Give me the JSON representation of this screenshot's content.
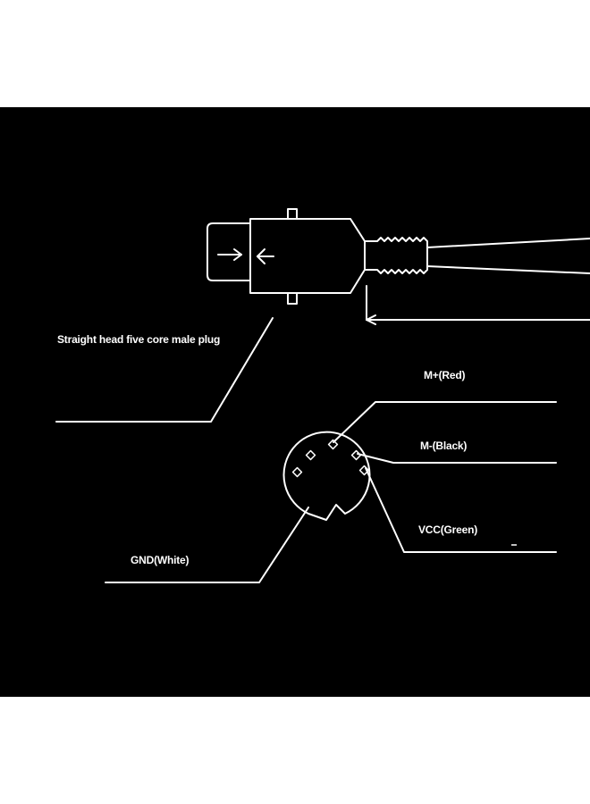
{
  "colors": {
    "page_background": "#ffffff",
    "panel_background": "#000000",
    "line": "#ffffff"
  },
  "icons": [
    "arrow-left-icon",
    "arrow-right-icon"
  ],
  "labels": {
    "plug": "Straight head five core male plug",
    "m_plus": "M+(Red)",
    "m_minus": "M-(Black)",
    "vcc": "VCC(Green)",
    "gnd": "GND(White)"
  }
}
